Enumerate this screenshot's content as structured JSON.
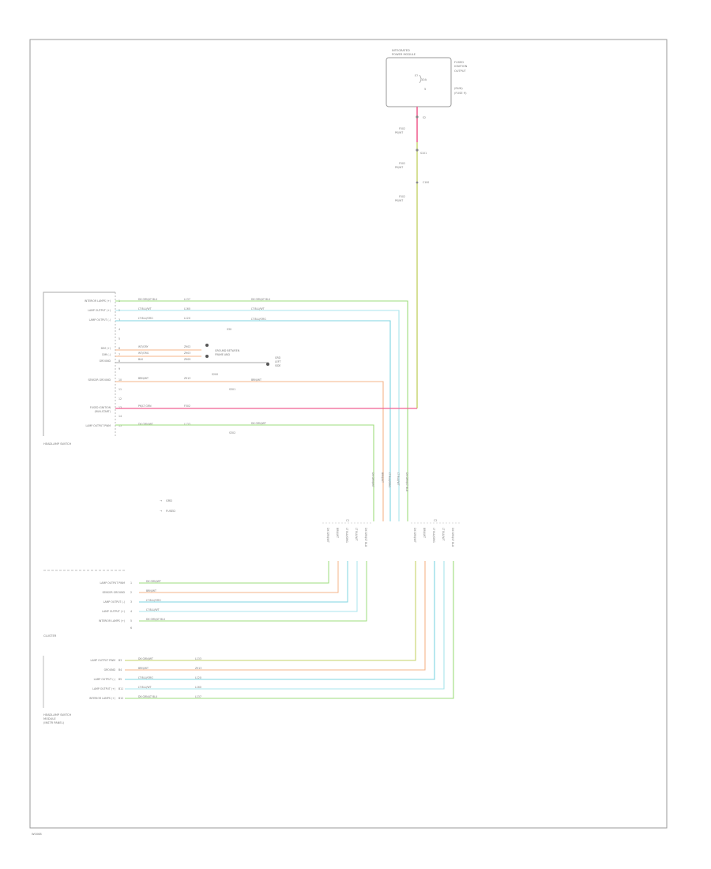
{
  "colors": {
    "frame": "#9a9a9a",
    "text": "#777777",
    "pink": "#f06292",
    "yellow_green": "#c5d36a",
    "light_green": "#9edc7c",
    "light_cyan": "#a8e4ec",
    "cyan": "#7fd6e2",
    "orange": "#f5b48a",
    "connector": "#b0b0b0"
  },
  "footer_code": "W0068",
  "fuse_box": {
    "header": [
      "INTEGRATED",
      "POWER MODULE"
    ],
    "inner": [
      "F?",
      "10A",
      "5"
    ],
    "side": [
      "FUSED",
      "IGNITION",
      "OUTPUT",
      "(RUN)",
      "(FUSE 9)"
    ]
  },
  "top_splices": [
    {
      "wire": "F502",
      "sub": "PK/WT"
    },
    {
      "wire": "F502",
      "sub": "PK/WT"
    },
    {
      "wire": "F502",
      "sub": "PK/WT"
    }
  ],
  "top_labels": [
    "S2",
    "S101",
    "C100"
  ],
  "upper_module": {
    "name": "HEADLAMP SWITCH",
    "pins": [
      {
        "label": "INTERIOR LAMPS (+)",
        "pin": "1",
        "color": "DK GRN/LT BLU",
        "code": "L137"
      },
      {
        "label": "LAMP OUTPUT (+)",
        "pin": "2",
        "color": "LT BLU/WT",
        "code": "L160"
      },
      {
        "label": "LAMP OUTPUT (-)",
        "pin": "3",
        "color": "LT BLU/ORG",
        "code": "L120"
      },
      {
        "label": "",
        "pin": "4",
        "color": "",
        "code": ""
      },
      {
        "label": "",
        "pin": "5",
        "color": "",
        "code": ""
      },
      {
        "label": "DIM (+)",
        "pin": "6",
        "color": "WT/GRY",
        "code": "Z902"
      },
      {
        "label": "DIM (-)",
        "pin": "7",
        "color": "WT/ORG",
        "code": "Z903"
      },
      {
        "label": "GROUND",
        "pin": "8",
        "color": "BLK",
        "code": "Z909"
      },
      {
        "label": "",
        "pin": "9",
        "color": "",
        "code": ""
      },
      {
        "label": "SENSOR GROUND",
        "pin": "10",
        "color": "BRN/WT",
        "code": "Z913"
      },
      {
        "label": "",
        "pin": "11",
        "color": "",
        "code": ""
      },
      {
        "label": "",
        "pin": "12",
        "color": "",
        "code": ""
      },
      {
        "label": "FUSED IGNITION",
        "pin": "13",
        "color": "PK/LT GRN",
        "code": "F502"
      },
      {
        "label": "",
        "pin": "14",
        "color": "",
        "code": ""
      },
      {
        "label": "LAMP OUTPUT PWM",
        "pin": "15",
        "color": "DK GRN/WT",
        "code": "L133"
      }
    ],
    "fused_ignition_label2": "(RUN-START)",
    "ground_box": [
      "GROUND BETWEEN",
      "FRAME AND"
    ],
    "ground_note": [
      "GRD",
      "LEFT",
      "SIDE"
    ]
  },
  "right_wires_top": [
    "DK GRN/LT BLU",
    "LT BLU/WT",
    "LT BLU/ORG"
  ],
  "right_wires_mid": [
    "BRN/WT",
    "DK GRN/WT"
  ],
  "wire_codes_mid": [
    "S30",
    "S200",
    "S301",
    "S302"
  ],
  "legend": [
    {
      "sym": "→",
      "text": "GRD"
    },
    {
      "sym": "→",
      "text": "FUSED"
    }
  ],
  "vertical_bundle_labels": [
    "DK GRN/WT",
    "BRN/WT",
    "LT BLU/ORG",
    "LT BLU/WT",
    "DK GRN/LT BLU"
  ],
  "connector_labels": [
    "C1",
    "C2"
  ],
  "lower_module": {
    "name": "CLUSTER",
    "pins": [
      {
        "label": "LAMP OUTPUT PWM",
        "pin": "1",
        "color": "DK GRN/WT"
      },
      {
        "label": "SENSOR GROUND",
        "pin": "2",
        "color": "BRN/WT"
      },
      {
        "label": "LAMP OUTPUT (-)",
        "pin": "3",
        "color": "LT BLU/ORG"
      },
      {
        "label": "LAMP OUTPUT (+)",
        "pin": "4",
        "color": "LT BLU/WT"
      },
      {
        "label": "INTERIOR LAMPS (+)",
        "pin": "5",
        "color": "DK GRN/LT BLU"
      },
      {
        "label": "",
        "pin": "6",
        "color": ""
      }
    ]
  },
  "bottom_module": {
    "pins": [
      {
        "label": "LAMP OUTPUT PWM",
        "pin": "B3",
        "color": "DK GRN/WT",
        "code": "L133"
      },
      {
        "label": "GROUND",
        "pin": "B4",
        "color": "BRN/WT",
        "code": "Z913"
      },
      {
        "label": "LAMP OUTPUT (-)",
        "pin": "B5",
        "color": "LT BLU/ORG",
        "code": "L120"
      },
      {
        "label": "LAMP OUTPUT (+)",
        "pin": "B11",
        "color": "LT BLU/WT",
        "code": "L160"
      },
      {
        "label": "INTERIOR LAMPS (+)",
        "pin": "B12",
        "color": "DK GRN/LT BLU",
        "code": "L137"
      }
    ],
    "name": [
      "HEADLAMP SWITCH",
      "MODULE",
      "(INSTR PANEL)"
    ]
  }
}
